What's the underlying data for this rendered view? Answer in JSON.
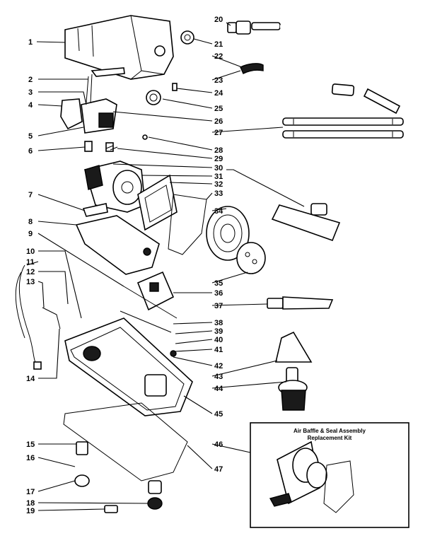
{
  "callouts": [
    {
      "id": "1",
      "label": "1"
    },
    {
      "id": "2",
      "label": "2"
    },
    {
      "id": "3",
      "label": "3"
    },
    {
      "id": "4",
      "label": "4"
    },
    {
      "id": "5",
      "label": "5"
    },
    {
      "id": "6",
      "label": "6"
    },
    {
      "id": "7",
      "label": "7"
    },
    {
      "id": "8",
      "label": "8"
    },
    {
      "id": "9",
      "label": "9"
    },
    {
      "id": "10",
      "label": "10"
    },
    {
      "id": "11",
      "label": "11"
    },
    {
      "id": "12",
      "label": "12"
    },
    {
      "id": "13",
      "label": "13"
    },
    {
      "id": "14",
      "label": "14"
    },
    {
      "id": "15",
      "label": "15"
    },
    {
      "id": "16",
      "label": "16"
    },
    {
      "id": "17",
      "label": "17"
    },
    {
      "id": "18",
      "label": "18"
    },
    {
      "id": "19",
      "label": "19"
    },
    {
      "id": "20",
      "label": "20"
    },
    {
      "id": "21",
      "label": "21"
    },
    {
      "id": "22",
      "label": "22"
    },
    {
      "id": "23",
      "label": "23"
    },
    {
      "id": "24",
      "label": "24"
    },
    {
      "id": "25",
      "label": "25"
    },
    {
      "id": "26",
      "label": "26"
    },
    {
      "id": "27",
      "label": "27"
    },
    {
      "id": "28",
      "label": "28"
    },
    {
      "id": "29",
      "label": "29"
    },
    {
      "id": "30",
      "label": "30"
    },
    {
      "id": "31",
      "label": "31"
    },
    {
      "id": "32",
      "label": "32"
    },
    {
      "id": "33",
      "label": "33"
    },
    {
      "id": "34",
      "label": "34"
    },
    {
      "id": "35",
      "label": "35"
    },
    {
      "id": "36",
      "label": "36"
    },
    {
      "id": "37",
      "label": "37"
    },
    {
      "id": "38",
      "label": "38"
    },
    {
      "id": "39",
      "label": "39"
    },
    {
      "id": "40",
      "label": "40"
    },
    {
      "id": "41",
      "label": "41"
    },
    {
      "id": "42",
      "label": "42"
    },
    {
      "id": "43",
      "label": "43"
    },
    {
      "id": "44",
      "label": "44"
    },
    {
      "id": "45",
      "label": "45"
    },
    {
      "id": "46",
      "label": "46"
    },
    {
      "id": "47",
      "label": "47"
    }
  ],
  "inset": {
    "title_line1": "Air Baffle & Seal Assembly",
    "title_line2": "Replacement Kit"
  }
}
